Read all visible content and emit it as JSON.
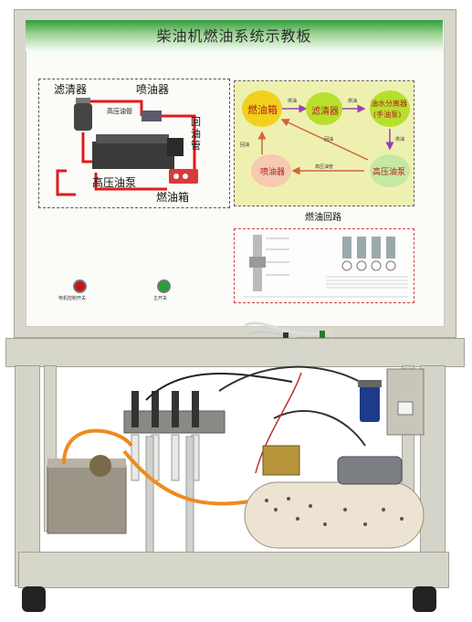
{
  "board": {
    "title": "柴油机燃油系统示教板",
    "left_diagram": {
      "filter": "滤清器",
      "injector": "喷油器",
      "high_pressure_tube": "高压油管",
      "return_pipe": "回油管",
      "pump": "高压油泵",
      "tank": "燃油箱"
    },
    "right_diagram": {
      "tank": "燃油箱",
      "filter": "滤清器",
      "separator_line1": "油水分离器",
      "separator_line2": "(手油泵)",
      "injector": "喷油器",
      "hp_pump": "高压油泵",
      "arrow_top1": "供油",
      "arrow_top2": "供油",
      "arrow_right": "供油",
      "arrow_bottom": "高压油管",
      "arrow_diag": "回油",
      "arrow_left": "回油",
      "caption": "燃油回路"
    },
    "buttons": {
      "left_label": "电机控制开关",
      "right_label": "主开关"
    }
  },
  "colors": {
    "title_green": "#2f9e3a",
    "pipe_red": "#e01b1b",
    "node_tank": "#f2d11e",
    "node_filter": "#b6e02c",
    "node_separator": "#b6e02c",
    "node_pump": "#c5e8a2",
    "node_injector": "#f7c9b0",
    "panel_bg": "#eef0b0"
  }
}
